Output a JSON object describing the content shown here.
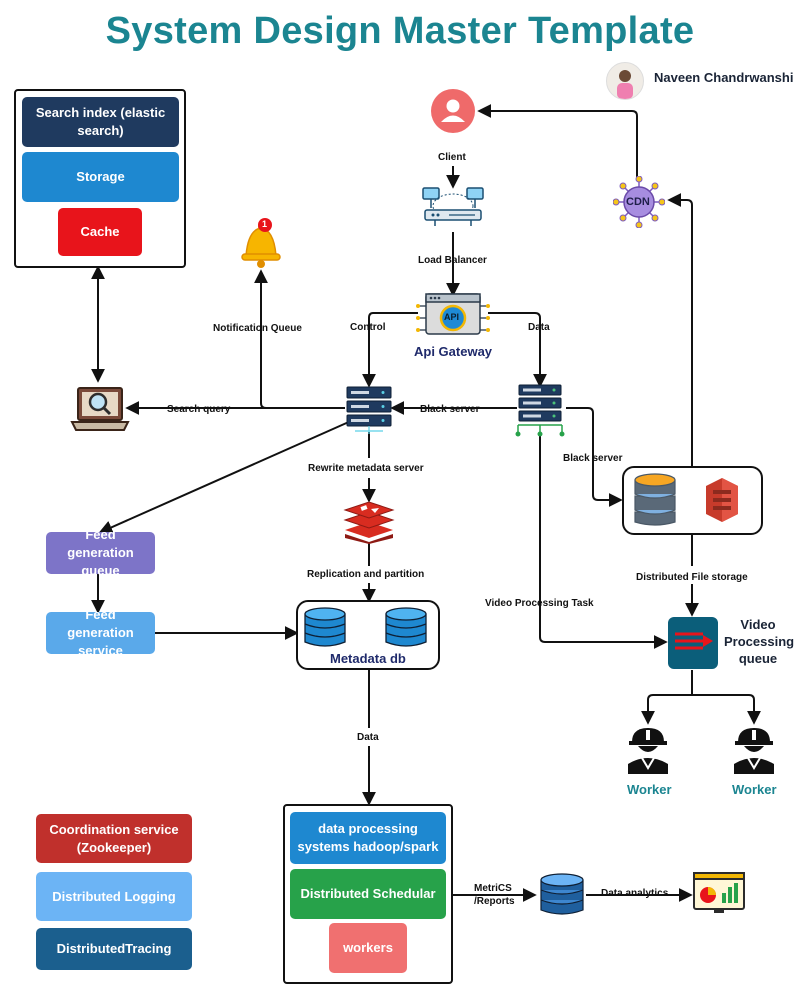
{
  "title": "System Design Master Template",
  "author": "Naveen Chandrwanshi",
  "boxes": {
    "search_index": "Search index (elastic search)",
    "storage": "Storage",
    "cache": "Cache",
    "feed_queue": "Feed generation queue",
    "feed_service": "Feed generation service",
    "coordination": "Coordination service (Zookeeper)",
    "logging": "Distributed Logging",
    "tracing": "DistributedTracing",
    "data_processing": "data processing systems hadoop/spark",
    "scheduler": "Distributed Schedular",
    "workers": "workers"
  },
  "labels": {
    "client": "Client",
    "load_balancer": "Load Balancer",
    "api_gateway": "Api Gateway",
    "control": "Control",
    "data_top": "Data",
    "notification_queue": "Notification Queue",
    "search_query": "Search query",
    "black_server_left": "Black server",
    "black_server_right": "Black server",
    "rewrite_metadata": "Rewrite metadata server",
    "replication": "Replication and partition",
    "metadata_db": "Metadata db",
    "data_bottom": "Data",
    "video_task": "Video Processing Task",
    "dist_file_storage": "Distributed File storage",
    "video_queue": "Video Processing queue",
    "worker_1": "Worker",
    "worker_2": "Worker",
    "metrics": "MetriCS /Reports",
    "data_analytics": "Data analytics",
    "cdn": "CDN",
    "api_badge": "API",
    "bell_badge": "1"
  },
  "colors": {
    "title": "#1b8591",
    "navy": "#1f3a5f",
    "blue": "#1e88d0",
    "red": "#e8141b",
    "purple": "#7d74c8",
    "light_blue": "#5aa9ea",
    "coord_red": "#c0302c",
    "pale_blue": "#6cb4f5",
    "dark_teal": "#1b5f8e",
    "green": "#27a24a",
    "salmon": "#f07070",
    "worker_teal": "#1b8591"
  }
}
